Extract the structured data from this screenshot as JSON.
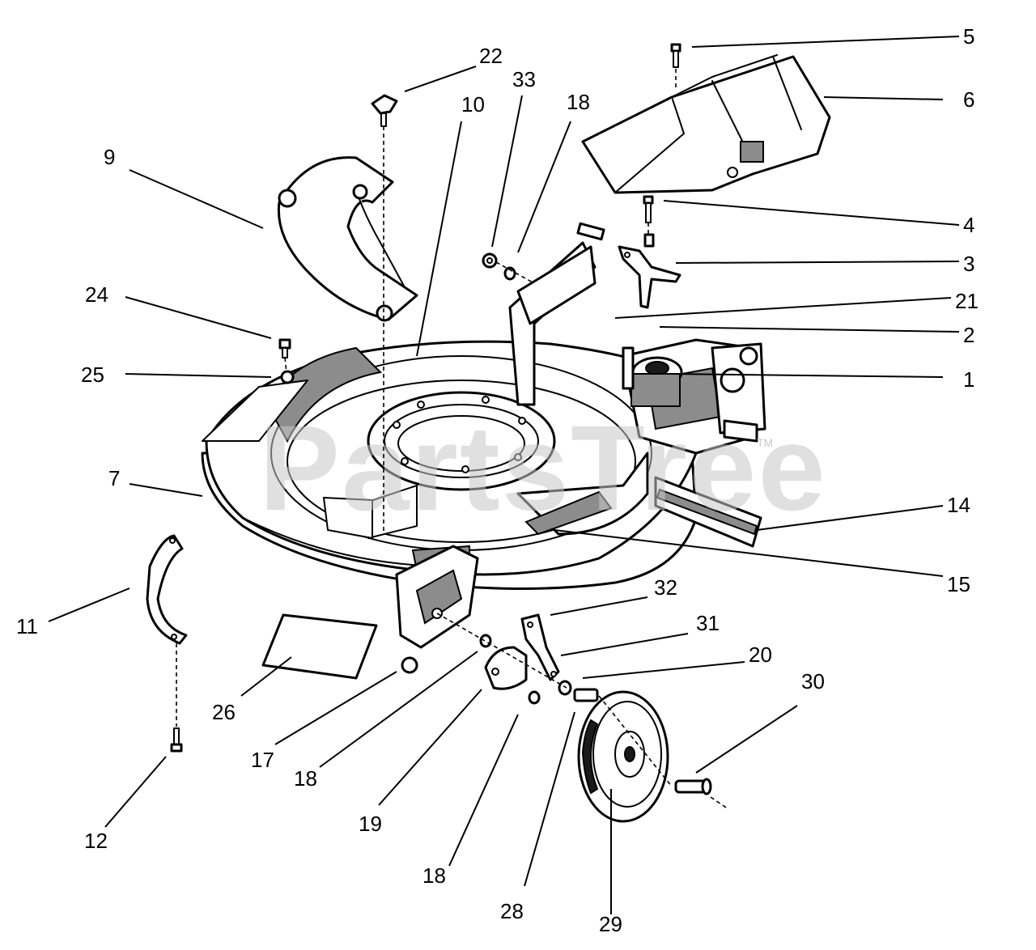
{
  "watermark": {
    "text": "PartsTree",
    "tm": "TM"
  },
  "callouts": {
    "c1": "1",
    "c2": "2",
    "c3": "3",
    "c4": "4",
    "c5": "5",
    "c6": "6",
    "c7": "7",
    "c9": "9",
    "c10": "10",
    "c11": "11",
    "c12": "12",
    "c14": "14",
    "c15": "15",
    "c17": "17",
    "c18a": "18",
    "c18b": "18",
    "c18c": "18",
    "c19": "19",
    "c20": "20",
    "c21": "21",
    "c22": "22",
    "c24": "24",
    "c25": "25",
    "c26": "26",
    "c28": "28",
    "c29": "29",
    "c30": "30",
    "c31": "31",
    "c32": "32",
    "c33": "33"
  }
}
